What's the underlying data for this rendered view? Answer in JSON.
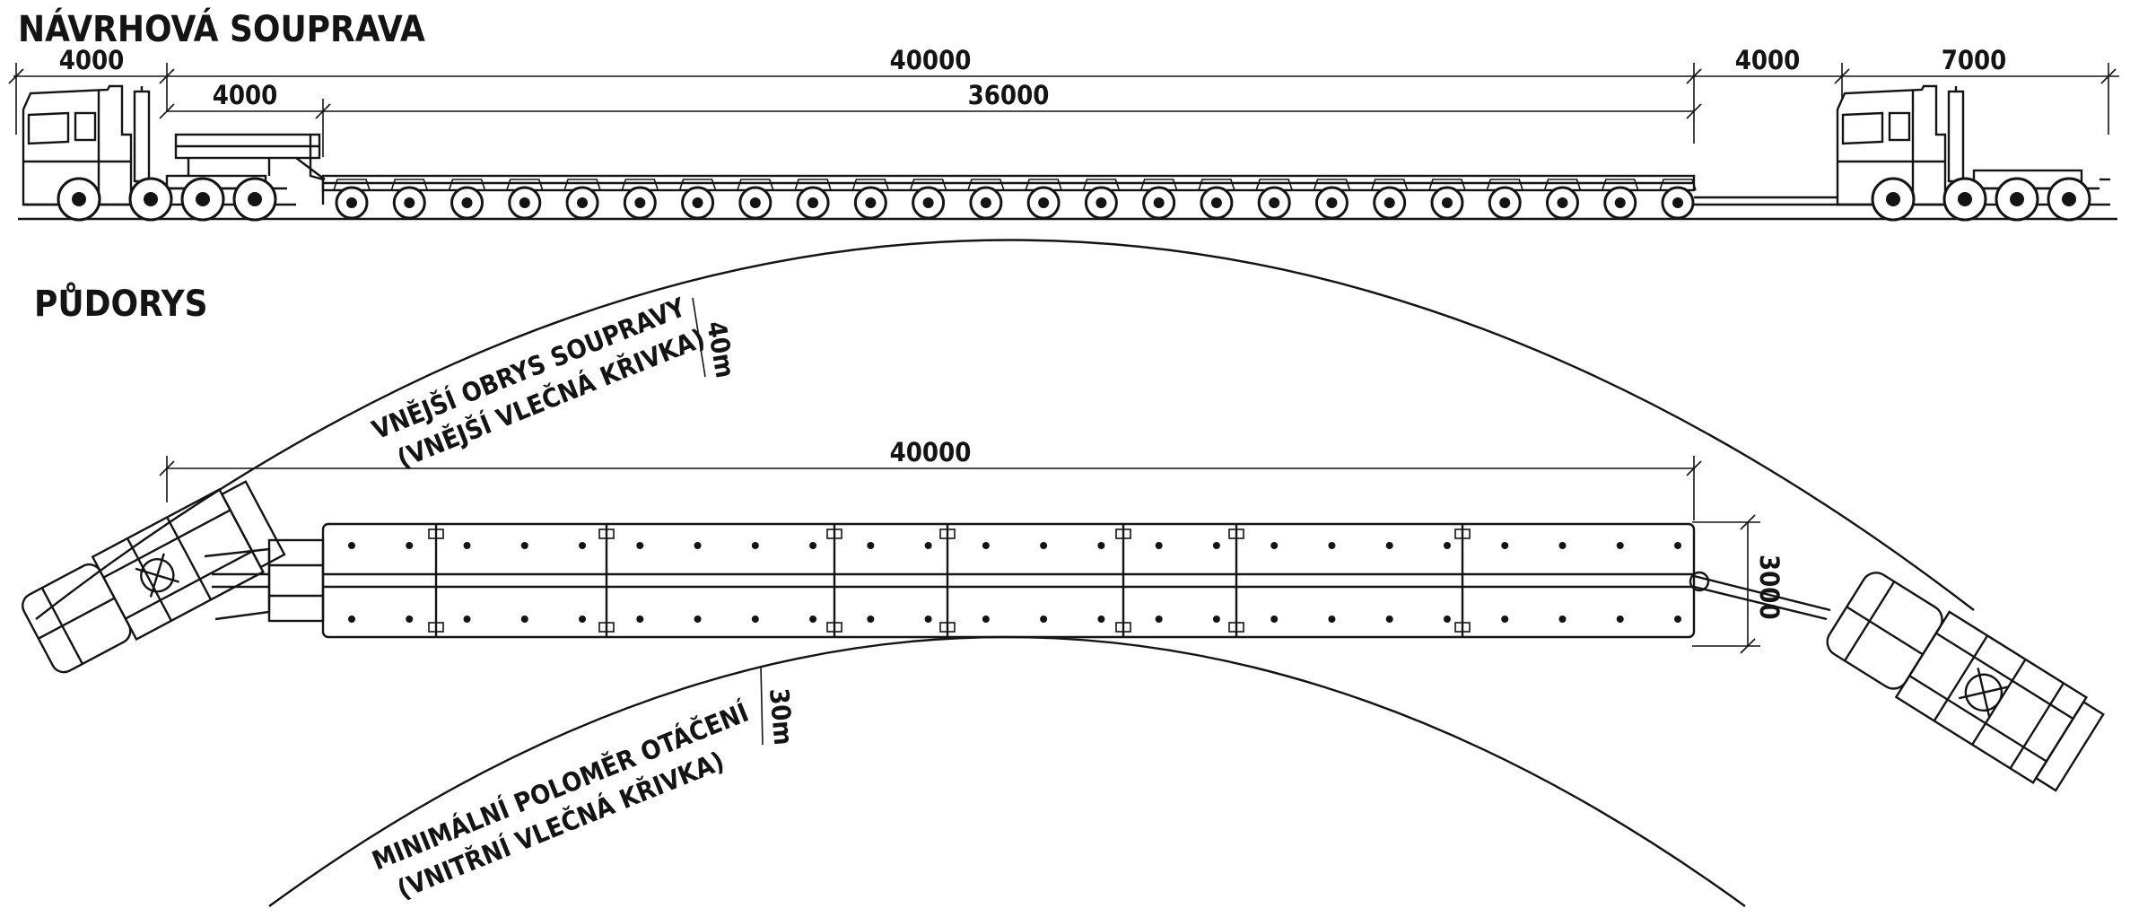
{
  "sections": {
    "side_view": "NÁVRHOVÁ SOUPRAVA",
    "plan_view": "PŮDORYS"
  },
  "dimensions": {
    "front_tractor": "4000",
    "total_trailer": "40000",
    "gooseneck": "4000",
    "platform": "36000",
    "gap": "4000",
    "rear_tractor": "7000",
    "plan_length": "40000",
    "plan_width": "3000"
  },
  "radii": {
    "outer": "40m",
    "inner": "30m"
  },
  "labels": {
    "outer_line1": "VNĚJŠÍ OBRYS SOUPRAVY",
    "outer_line2": "(VNĚJŠÍ VLEČNÁ KŘIVKA)",
    "inner_line1": "MINIMÁLNÍ POLOMĚR OTÁČENÍ",
    "inner_line2": "(VNITŘNÍ VLEČNÁ KŘIVKA)"
  },
  "colors": {
    "ink": "#141414",
    "paper": "#ffffff"
  }
}
